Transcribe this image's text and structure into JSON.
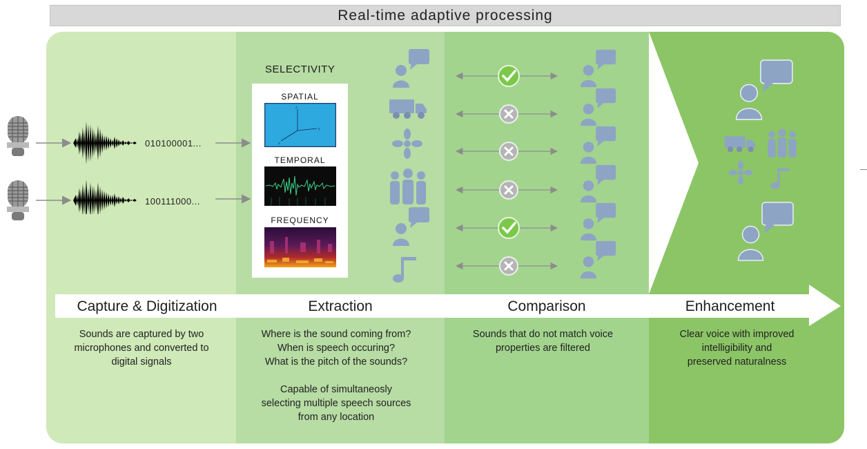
{
  "header": {
    "title": "Real-time adaptive processing"
  },
  "stages": [
    {
      "title": "Capture & Digitization",
      "description": "Sounds are captured by two\nmicrophones and converted to\ndigital signals"
    },
    {
      "title": "Extraction",
      "description": "Where is the sound coming from?\nWhen is speech occuring?\nWhat is the pitch of the sounds?\n\nCapable of simultaneosly\nselecting multiple speech sources\nfrom any location"
    },
    {
      "title": "Comparison",
      "description": "Sounds that do not match voice\nproperties are filtered"
    },
    {
      "title": "Enhancement",
      "description": "Clear voice with improved\nintelligibility and\npreserved naturalness"
    }
  ],
  "capture": {
    "binary_codes": [
      "010100001...",
      "100111000..."
    ]
  },
  "selectivity": {
    "title": "SELECTIVITY",
    "items": [
      {
        "label": "SPATIAL"
      },
      {
        "label": "TEMPORAL"
      },
      {
        "label": "FREQUENCY"
      }
    ],
    "axis_labels": [
      "z",
      "y",
      "x"
    ]
  },
  "sources": [
    "person-speaking-icon",
    "truck-icon",
    "fan-icon",
    "crowd-icon",
    "person-speaking-icon",
    "music-note-icon"
  ],
  "comparison": {
    "results": [
      "match",
      "no-match",
      "no-match",
      "no-match",
      "match",
      "no-match"
    ]
  },
  "colors": {
    "panel_capture": "#cfe9b8",
    "panel_extraction": "#b7dca4",
    "panel_comparison": "#a2d48e",
    "panel_enhancement": "#8cc566",
    "icon_blue": "#8ea4c4",
    "match_green": "#7bc84a",
    "nomatch_grey": "#b5b5b5"
  }
}
